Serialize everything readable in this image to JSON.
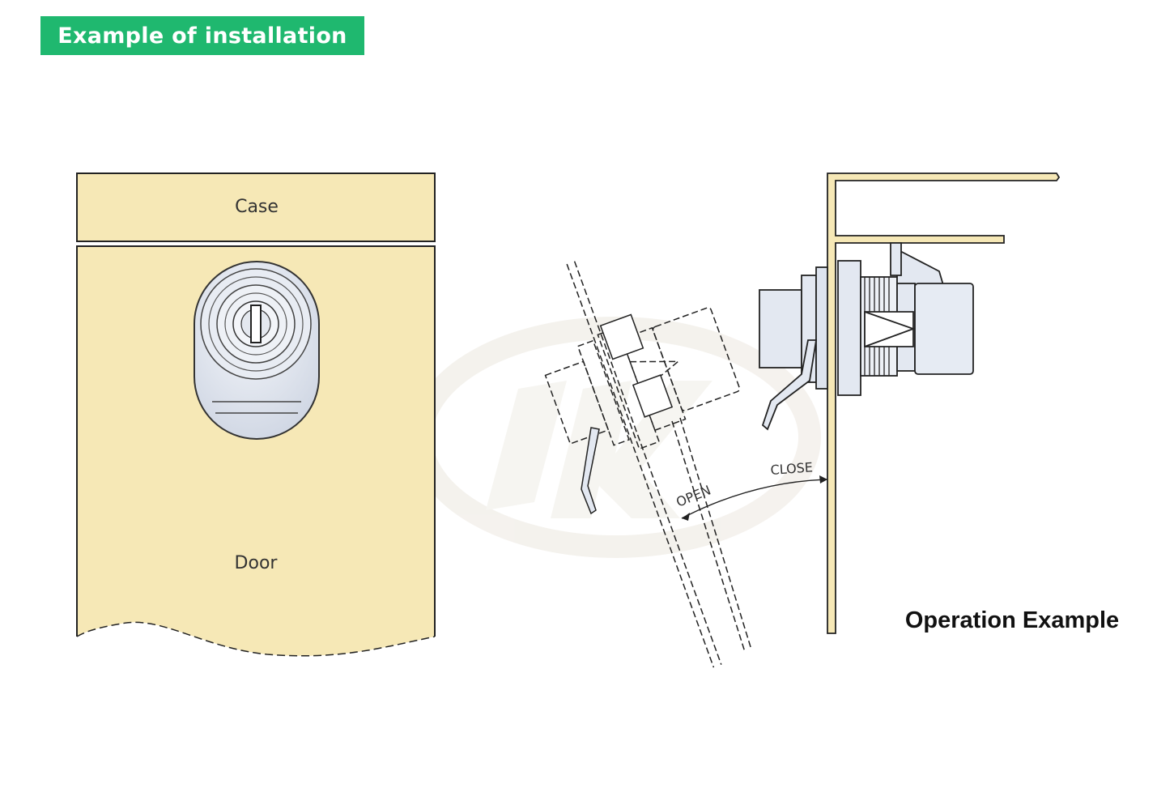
{
  "header": {
    "title": "Example of installation"
  },
  "front_view": {
    "case_label": "Case",
    "door_label": "Door"
  },
  "operation": {
    "open_label": "OPEN",
    "close_label": "CLOSE",
    "title": "Operation Example"
  },
  "colors": {
    "header_bg": "#1fb86f",
    "panel_fill": "#f6e8b6",
    "lock_fill": "#e3e8f1",
    "line": "#222222"
  }
}
